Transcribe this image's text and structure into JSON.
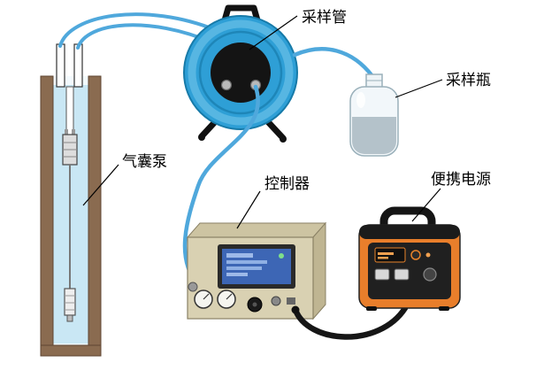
{
  "labels": {
    "sampling_tube": "采样管",
    "sampling_bottle": "采样瓶",
    "bladder_pump": "气囊泵",
    "controller": "控制器",
    "portable_power": "便携电源"
  },
  "colors": {
    "tube_blue": "#4FA8DC",
    "tube_coil_light": "#57B6E2",
    "tube_coil_dark": "#1E86B8",
    "reel_blue": "#2E9FD6",
    "hub_black": "#141414",
    "well_brown": "#8A6B50",
    "water_blue": "#C9E7F4",
    "bottle_liquid": "#B4C2CA",
    "controller_beige": "#D9D1B2",
    "controller_screen": "#3D66B5",
    "power_orange": "#E87E2B",
    "cable_black": "#161616",
    "label_text": "#000000"
  }
}
